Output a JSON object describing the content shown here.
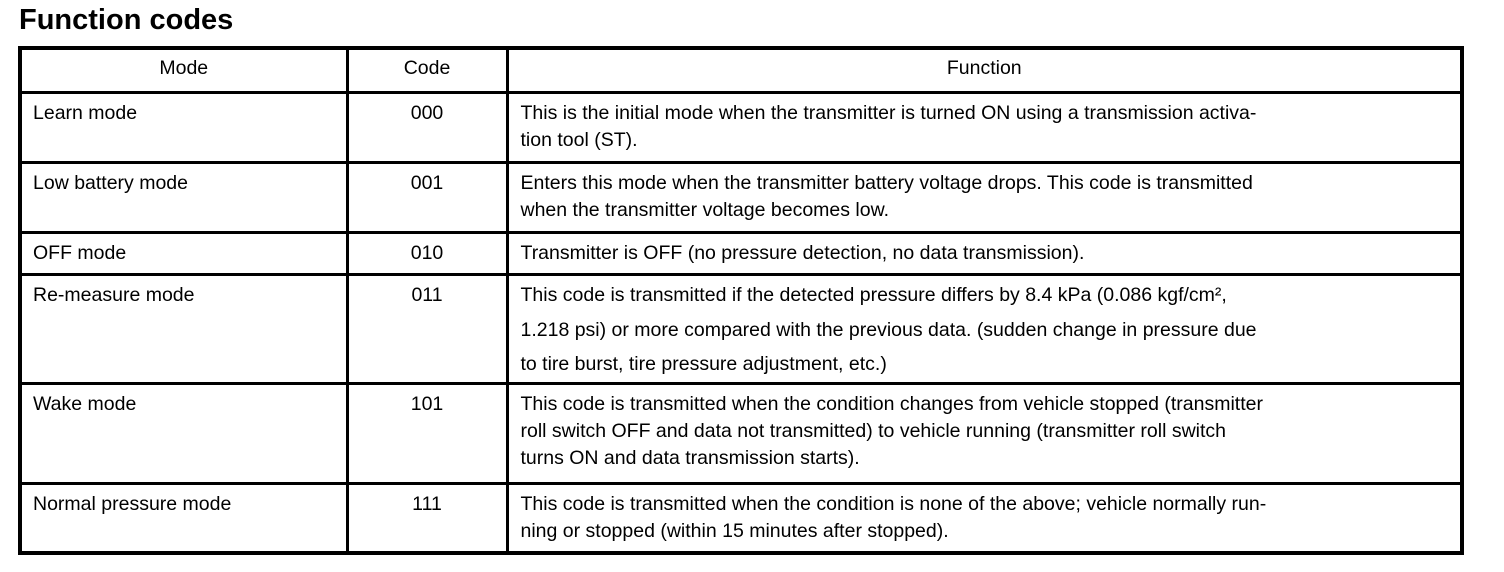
{
  "page": {
    "title": "Function codes"
  },
  "table": {
    "columns": [
      "Mode",
      "Code",
      "Function"
    ],
    "rows": [
      {
        "mode": "Learn mode",
        "code": "000",
        "function": "This is the initial mode when the transmitter is turned ON using a transmission activa-\ntion tool (ST)."
      },
      {
        "mode": "Low battery mode",
        "code": "001",
        "function": "Enters this mode when the transmitter battery voltage drops. This code is transmitted\nwhen the transmitter voltage becomes low."
      },
      {
        "mode": "OFF mode",
        "code": "010",
        "function": "Transmitter is OFF (no pressure detection, no data transmission)."
      },
      {
        "mode": "Re-measure mode",
        "code": "011",
        "function": "This code is transmitted if the detected pressure differs by 8.4 kPa (0.086 kgf/cm²,\n1.218 psi) or more compared with the previous data. (sudden change in pressure due\nto tire burst, tire pressure adjustment, etc.)"
      },
      {
        "mode": "Wake mode",
        "code": "101",
        "function": "This code is transmitted when the condition changes from vehicle stopped (transmitter\nroll switch OFF and data not transmitted) to vehicle running (transmitter roll switch\nturns ON and data transmission starts)."
      },
      {
        "mode": "Normal pressure mode",
        "code": "111",
        "function": "This code is transmitted when the condition is none of the above; vehicle normally run-\nning or stopped (within 15 minutes after stopped)."
      }
    ]
  }
}
